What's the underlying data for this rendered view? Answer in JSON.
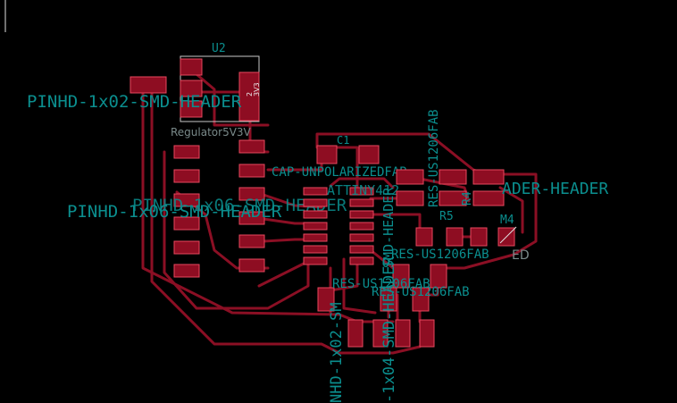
{
  "board": {
    "colors": {
      "background": "#000000",
      "trace": "#8b0f24",
      "pad": "#8e0d22",
      "pad_edge": "#e8485e",
      "silkscreen": "#0b8e8e",
      "outline": "#c8c8c8"
    },
    "labels": {
      "u2": "U2",
      "regulator": "Regulator5V3V",
      "pin2": "2",
      "v33": "3V3",
      "pinhd_1x02": "PINHD-1x02-SMD-HEADER",
      "pinhd_1x06": "PINHD-1x06-SMD-HEADER",
      "c1": "C1",
      "cap_unpolarized": "CAP-UNPOLARIZEDFAB",
      "header_right": "ADER-HEADER",
      "res_us1206fab_vert": "RES-US1206FAB",
      "m4": "M4",
      "res_led": "RES-US1206FAB",
      "led": "ED",
      "res_lower_1": "RES-US1206FAB",
      "res_lower_2": "RES-US1206FAB",
      "r5": "R5",
      "r4": "R4",
      "pinhd_1x02_vert": "NHD-1x02-SM",
      "pinhd_1x04_vert": "-1x04-SMD-HEADER",
      "header_vert_mid": "SMD-HEADER",
      "attiny_label": "ATTINY412"
    }
  }
}
